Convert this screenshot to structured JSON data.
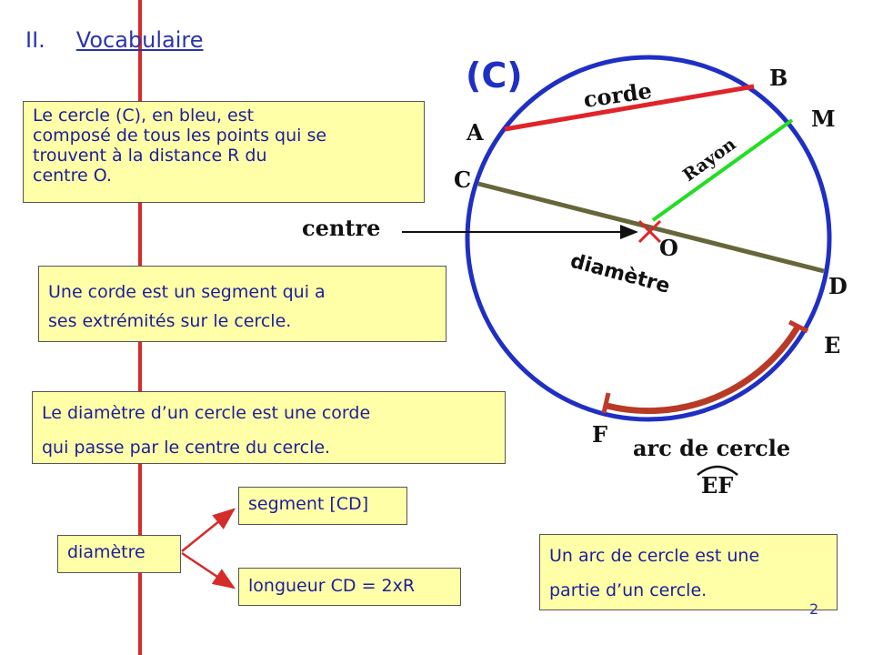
{
  "title": {
    "number": "II.",
    "word": "Vocabulaire"
  },
  "notes": {
    "circle_def": [
      "Le cercle (C), en bleu, est",
      "composé de tous les points qui se",
      "trouvent à la distance R du",
      "centre O."
    ],
    "chord_def": [
      "Une corde est un segment qui a",
      "ses  extrémités sur le cercle."
    ],
    "diameter_def": [
      "Le diamètre d’un cercle  est une corde",
      "qui passe par le centre du cercle."
    ],
    "diameter_box": "diamètre",
    "segment_box": "segment [CD]",
    "length_box": "longueur CD = 2xR",
    "arc_def": [
      "Un arc de cercle est une",
      "partie d’un cercle."
    ]
  },
  "figure": {
    "circle_label": "(C)",
    "points": {
      "A": "A",
      "B": "B",
      "C": "C",
      "D": "D",
      "E": "E",
      "F": "F",
      "M": "M",
      "O": "O"
    },
    "labels": {
      "corde": "corde",
      "rayon": "Rayon",
      "centre": "centre",
      "diametre": "diamètre",
      "arc": "arc de cercle",
      "arc_name": "EF"
    },
    "colors": {
      "circle": "#1f2fc4",
      "chord": "#e0242a",
      "radius": "#22dd22",
      "diameter": "#66663a",
      "arc": "#c0392b",
      "margin": "#d42b2b",
      "note_bg": "#ffffa8",
      "note_text": "#1d1d9b"
    }
  },
  "page_number": "2"
}
